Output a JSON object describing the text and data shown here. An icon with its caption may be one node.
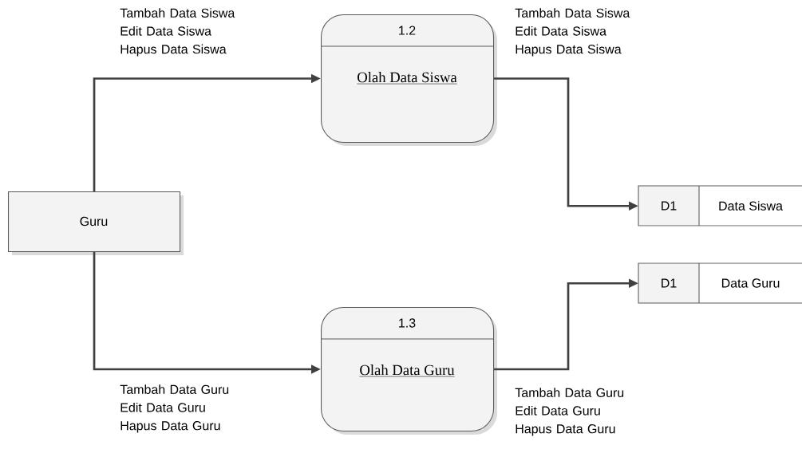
{
  "diagram": {
    "nodes": [
      {
        "text": [
          "Guru"
        ]
      },
      {
        "text": [
          "1.2",
          "Olah Data Siswa"
        ]
      },
      {
        "text": [
          "1.3",
          "Olah Data Guru"
        ]
      },
      {
        "text": [
          "D1",
          "Data Siswa"
        ]
      },
      {
        "text": [
          "D1",
          "Data Guru"
        ]
      }
    ],
    "edges": [
      {
        "from": 0,
        "to": 1,
        "arrow": "to",
        "label": "Tambah Data Siswa Edit Data Siswa Hapus Data Siswa"
      },
      {
        "from": 0,
        "to": 2,
        "arrow": "to",
        "label": "Tambah Data Guru Edit Data Guru Hapus Data Guru"
      },
      {
        "from": 1,
        "to": 3,
        "arrow": "to",
        "label": "Tambah Data Siswa Edit Data Siswa Hapus Data Siswa"
      },
      {
        "from": 2,
        "to": 4,
        "arrow": "to",
        "label": "Tambah Data Guru Edit Data Guru Hapus Data Guru"
      }
    ]
  }
}
